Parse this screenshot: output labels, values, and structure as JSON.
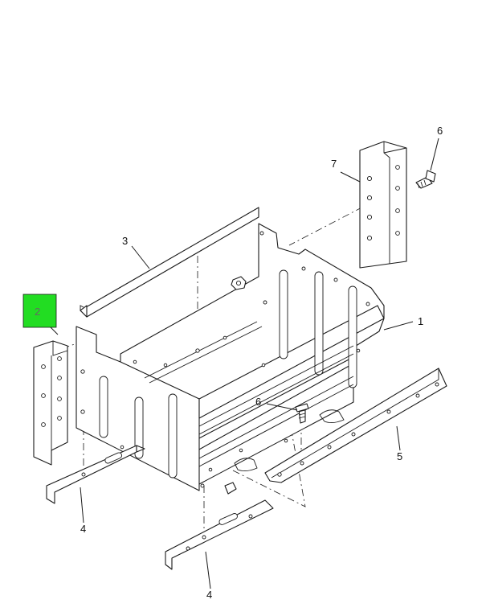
{
  "highlight_color": "#22dd22",
  "callouts": [
    {
      "label": "1"
    },
    {
      "label": "2"
    },
    {
      "label": "3"
    },
    {
      "label": "4"
    },
    {
      "label": "4"
    },
    {
      "label": "5"
    },
    {
      "label": "6"
    },
    {
      "label": "6"
    },
    {
      "label": "7"
    }
  ]
}
